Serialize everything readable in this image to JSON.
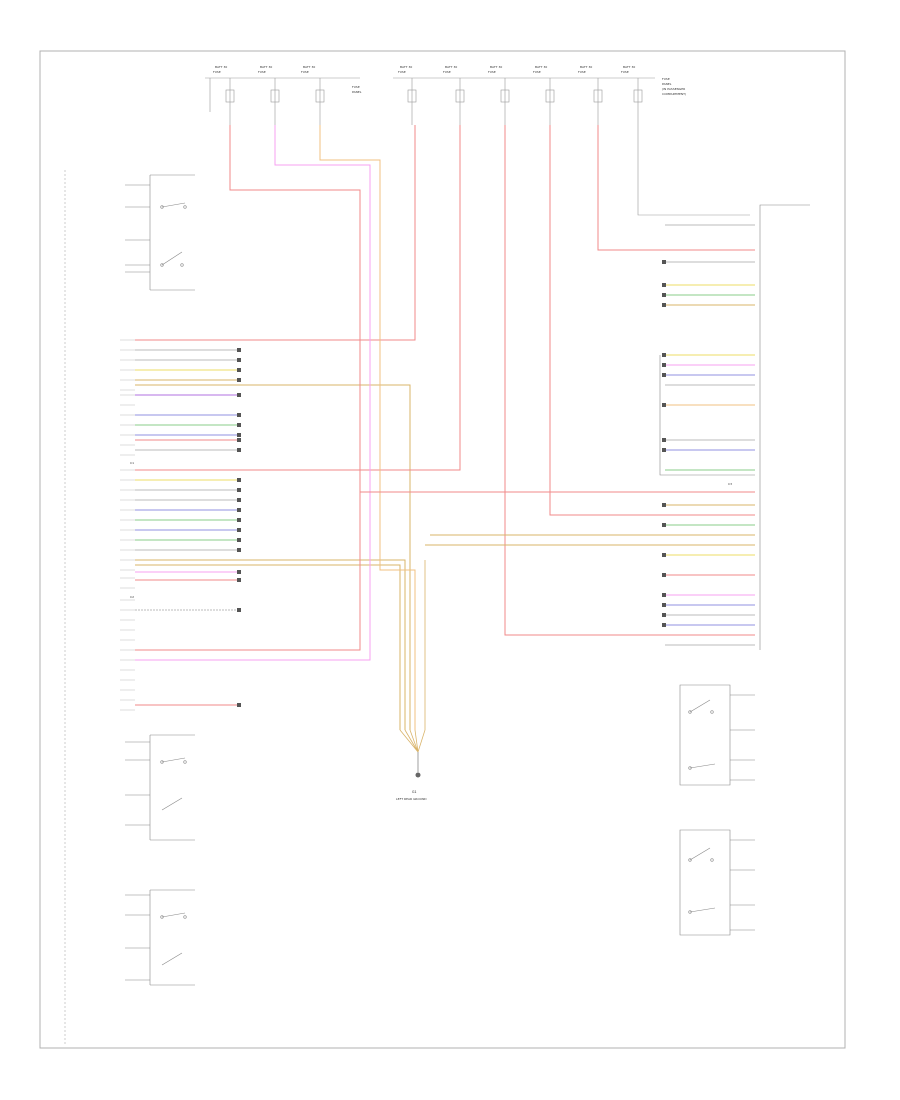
{
  "diagram": {
    "ground_label": "G1",
    "ground_caption": "LEFT REAR GROUND",
    "left_connector_top": "C1",
    "left_connector_bottom": "C2",
    "right_connector": "C3",
    "colors": {
      "red": "#f08a8a",
      "pink": "#f7a1f2",
      "orange": "#f0c080",
      "violet": "#b070e0",
      "green": "#88cc88",
      "blue": "#9090e0",
      "yellow": "#eedd66",
      "gray": "#bbbbbb",
      "tan": "#d9b46a"
    }
  }
}
